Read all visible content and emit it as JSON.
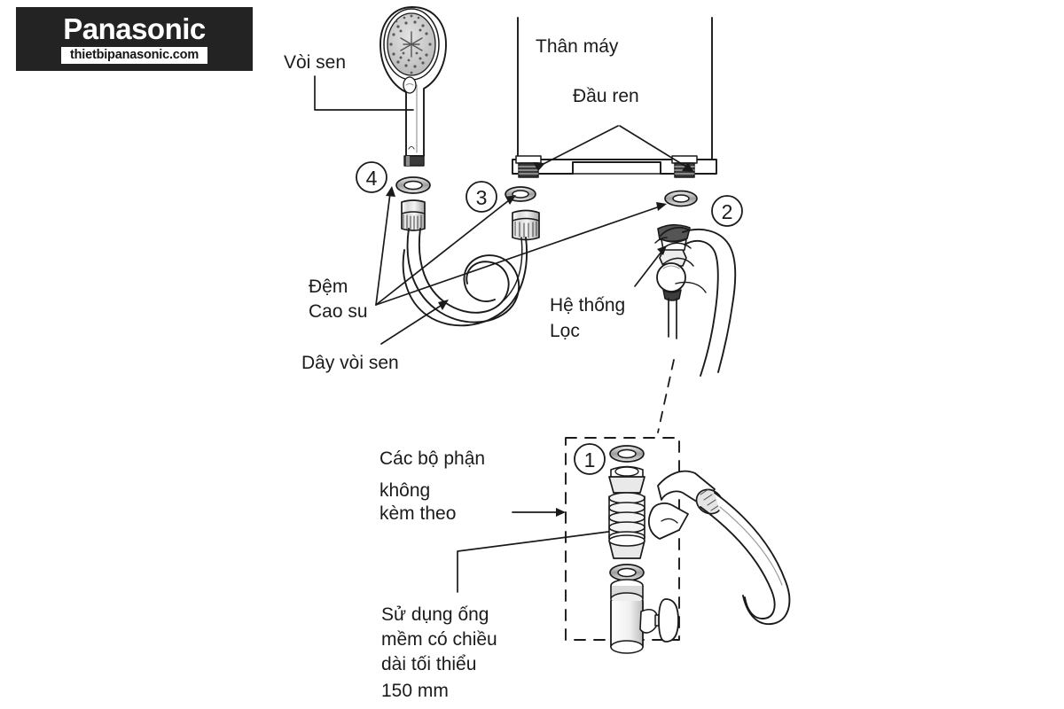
{
  "document": {
    "title": "Panasonic Shower Water Heater Installation Diagram",
    "language": "Vietnamese"
  },
  "logo": {
    "brand": "Panasonic",
    "url": "thietbipanasonic.com",
    "background_color": "#232323",
    "text_color": "#ffffff"
  },
  "labels": {
    "shower_head": "Vòi sen",
    "machine_body": "Thân máy",
    "threaded_head": "Đầu ren",
    "rubber_gasket_line1": "Đệm",
    "rubber_gasket_line2": "Cao su",
    "shower_hose": "Dây vòi sen",
    "filter_system_line1": "Hệ thống",
    "filter_system_line2": "Lọc",
    "not_included_line1": "Các bộ phận",
    "not_included_line2": "không",
    "not_included_line3": "kèm theo",
    "min_length_line1": "Sử dụng ống",
    "min_length_line2": "mềm có chiều",
    "min_length_line3": "dài tối thiểu",
    "min_length_line4": "150 mm"
  },
  "step_markers": [
    {
      "id": "step-1",
      "number": "1"
    },
    {
      "id": "step-2",
      "number": "2"
    },
    {
      "id": "step-3",
      "number": "3"
    },
    {
      "id": "step-4",
      "number": "4"
    }
  ],
  "colors": {
    "line": "#1a1a1a",
    "fill_light": "#ffffff",
    "fill_mid": "#c9c9c9",
    "fill_dark": "#7d7d7d",
    "background": "#ffffff"
  },
  "parts": [
    {
      "name": "shower-head",
      "label": "Vòi sen"
    },
    {
      "name": "machine-body",
      "label": "Thân máy"
    },
    {
      "name": "threaded-inlet",
      "label": "Đầu ren"
    },
    {
      "name": "rubber-gasket",
      "label": "Đệm Cao su"
    },
    {
      "name": "shower-hose",
      "label": "Dây vòi sen"
    },
    {
      "name": "filter-system",
      "label": "Hệ thống Lọc"
    },
    {
      "name": "flexible-hose",
      "label": "Sử dụng ống mềm có chiều dài tối thiểu 150 mm"
    },
    {
      "name": "adjustable-wrench",
      "label": ""
    },
    {
      "name": "stop-valve",
      "label": ""
    }
  ]
}
